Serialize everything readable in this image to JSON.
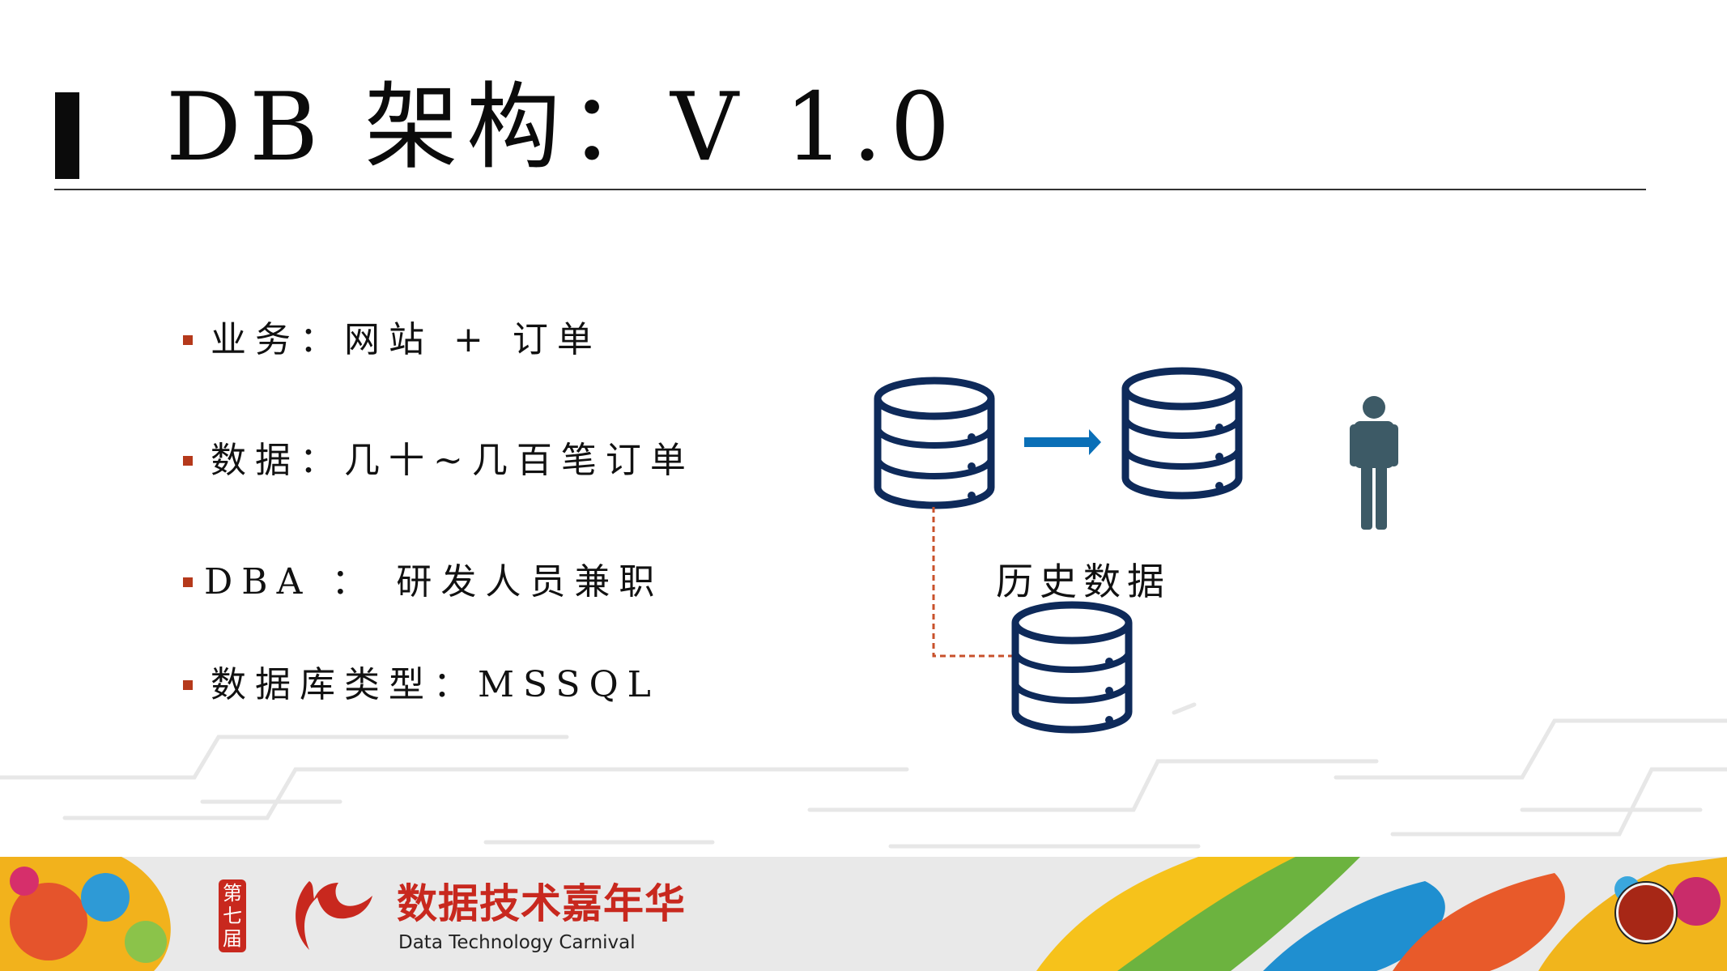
{
  "slide": {
    "title": "DB 架构：V 1.0"
  },
  "bullets": [
    {
      "text": "业务：网站 + 订单"
    },
    {
      "text": "数据：几十~几百笔订单"
    },
    {
      "text": "DBA ： 研发人员兼职"
    },
    {
      "text": "数据库类型：MSSQL"
    }
  ],
  "diagram": {
    "history_label": "历史数据",
    "icons": [
      "database-icon",
      "right-arrow-icon",
      "database-icon",
      "person-icon",
      "database-icon",
      "dashed-arrow"
    ],
    "colors": {
      "database": "#0e2a5a",
      "arrow": "#0a6fb7",
      "dashed_arrow": "#c8512b",
      "person": "#3d5a66"
    }
  },
  "footer": {
    "badge": [
      "第",
      "七",
      "届"
    ],
    "title_cn": "数据技术嘉年华",
    "title_en": "Data Technology Carnival",
    "colors": {
      "brand": "#c8281e"
    }
  }
}
